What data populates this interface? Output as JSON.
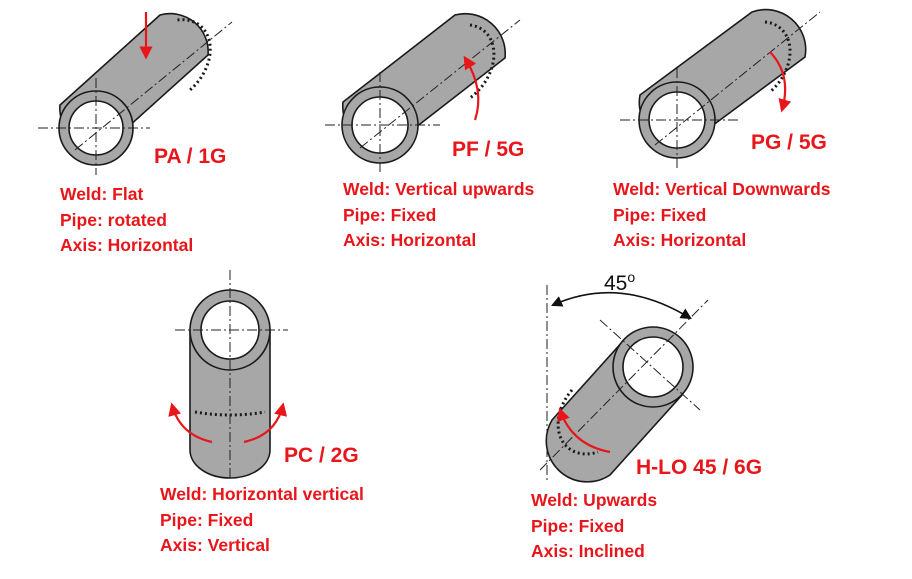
{
  "colors": {
    "label": "#e8161b",
    "pipe_fill": "#a7a7a7",
    "pipe_outline": "#1a1a1a",
    "bore": "#ffffff",
    "text": "#111111"
  },
  "icons": [
    "arrow-down-icon",
    "arrow-curved-up-icon",
    "arrow-curved-down-icon",
    "arrow-double-curved-icon",
    "angle-arc-icon"
  ],
  "positions": [
    {
      "id": "pa-1g",
      "code": "PA / 1G",
      "weld": "Weld: Flat",
      "pipe": "Pipe: rotated",
      "axis": "Axis: Horizontal"
    },
    {
      "id": "pf-5g",
      "code": "PF / 5G",
      "weld": "Weld: Vertical upwards",
      "pipe": "Pipe: Fixed",
      "axis": "Axis: Horizontal"
    },
    {
      "id": "pg-5g",
      "code": "PG / 5G",
      "weld": "Weld: Vertical Downwards",
      "pipe": "Pipe: Fixed",
      "axis": "Axis: Horizontal"
    },
    {
      "id": "pc-2g",
      "code": "PC / 2G",
      "weld": "Weld: Horizontal vertical",
      "pipe": "Pipe: Fixed",
      "axis": "Axis: Vertical"
    },
    {
      "id": "h-lo45-6g",
      "code": "H-LO 45 / 6G",
      "weld": "Weld: Upwards",
      "pipe": "Pipe: Fixed",
      "axis": "Axis: Inclined"
    }
  ],
  "angle": {
    "value": "45",
    "unit": "o"
  }
}
